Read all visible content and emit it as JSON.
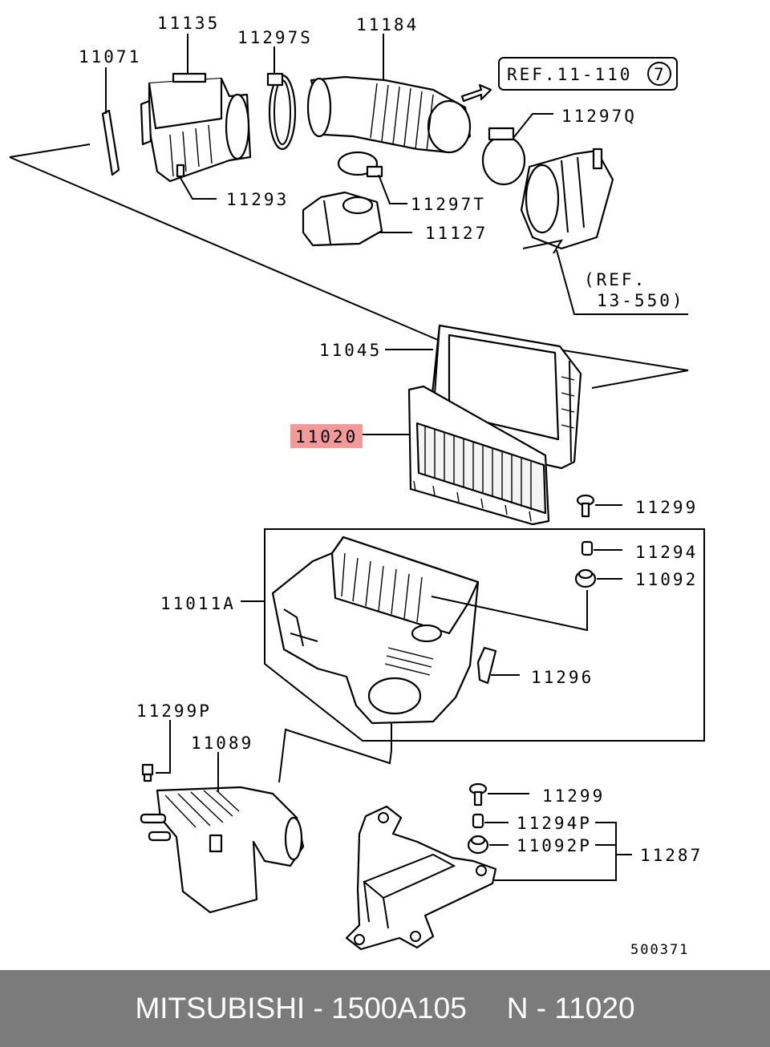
{
  "labels": {
    "p11135": "11135",
    "p11297s": "11297S",
    "p11184": "11184",
    "p11071": "11071",
    "ref11110": "REF.11-110",
    "ref11110_num": "7",
    "p11297q": "11297Q",
    "p11293": "11293",
    "p11297t": "11297T",
    "p11127": "11127",
    "ref13550_a": "(REF.",
    "ref13550_b": "13-550)",
    "p11045": "11045",
    "p11020": "11020",
    "p11299_a": "11299",
    "p11294": "11294",
    "p11092": "11092",
    "p11011a": "11011A",
    "p11296": "11296",
    "p11299p": "11299P",
    "p11089": "11089",
    "p11299_b": "11299",
    "p11294p": "11294P",
    "p11092p": "11092P",
    "p11287": "11287",
    "diagram_no": "500371"
  },
  "colors": {
    "highlight": "#f29a9a",
    "footer_bg": "#7b7b7b",
    "footer_text": "#ffffff"
  },
  "footer": {
    "brand_part": "MITSUBISHI - 1500A105",
    "ref": "N - 11020"
  }
}
